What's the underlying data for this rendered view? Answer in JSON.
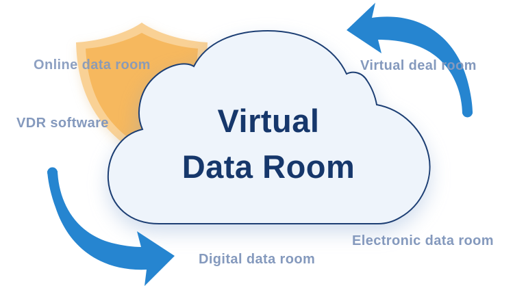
{
  "diagram": {
    "center": {
      "title_line1": "Virtual",
      "title_line2": "Data Room"
    },
    "labels": {
      "online_data_room": "Online data room",
      "vdr_software": "VDR software",
      "virtual_deal_room": "Virtual deal room",
      "digital_data_room": "Digital data room",
      "electronic_data_room": "Electronic data room"
    },
    "icons": {
      "shield": "shield-icon",
      "cloud": "cloud-icon",
      "arrow_top_right": "curved-arrow-left-icon",
      "arrow_bottom_left": "curved-arrow-right-icon"
    },
    "colors": {
      "arrow_blue": "#2685d0",
      "cloud_fill": "#eef4fb",
      "cloud_stroke": "#1c3e73",
      "title_navy": "#16376b",
      "label_gray_blue": "#8499bd",
      "shield_rim": "#f9d195",
      "shield_core": "#f6b85e"
    }
  }
}
